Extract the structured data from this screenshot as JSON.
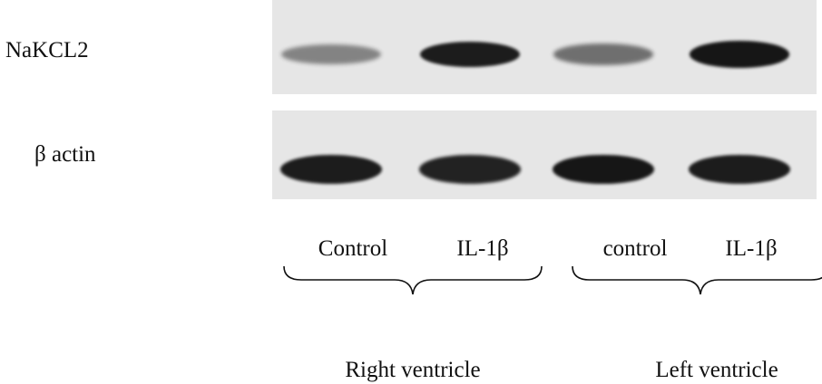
{
  "rows": {
    "target": "NaKCL2",
    "loading": "β actin"
  },
  "lanes": [
    {
      "label": "Control",
      "target_band": 0.35,
      "loading_band": 0.85
    },
    {
      "label": "IL-1β",
      "target_band": 0.85,
      "loading_band": 0.82
    },
    {
      "label": "control",
      "target_band": 0.45,
      "loading_band": 0.9
    },
    {
      "label": "IL-1β",
      "target_band": 0.95,
      "loading_band": 0.85
    }
  ],
  "groups": [
    {
      "label": "Right ventricle"
    },
    {
      "label": "Left ventricle"
    }
  ],
  "colors": {
    "band": "#161616",
    "panel": "#e6e6e6",
    "background": "#ffffff",
    "text": "#111111"
  }
}
